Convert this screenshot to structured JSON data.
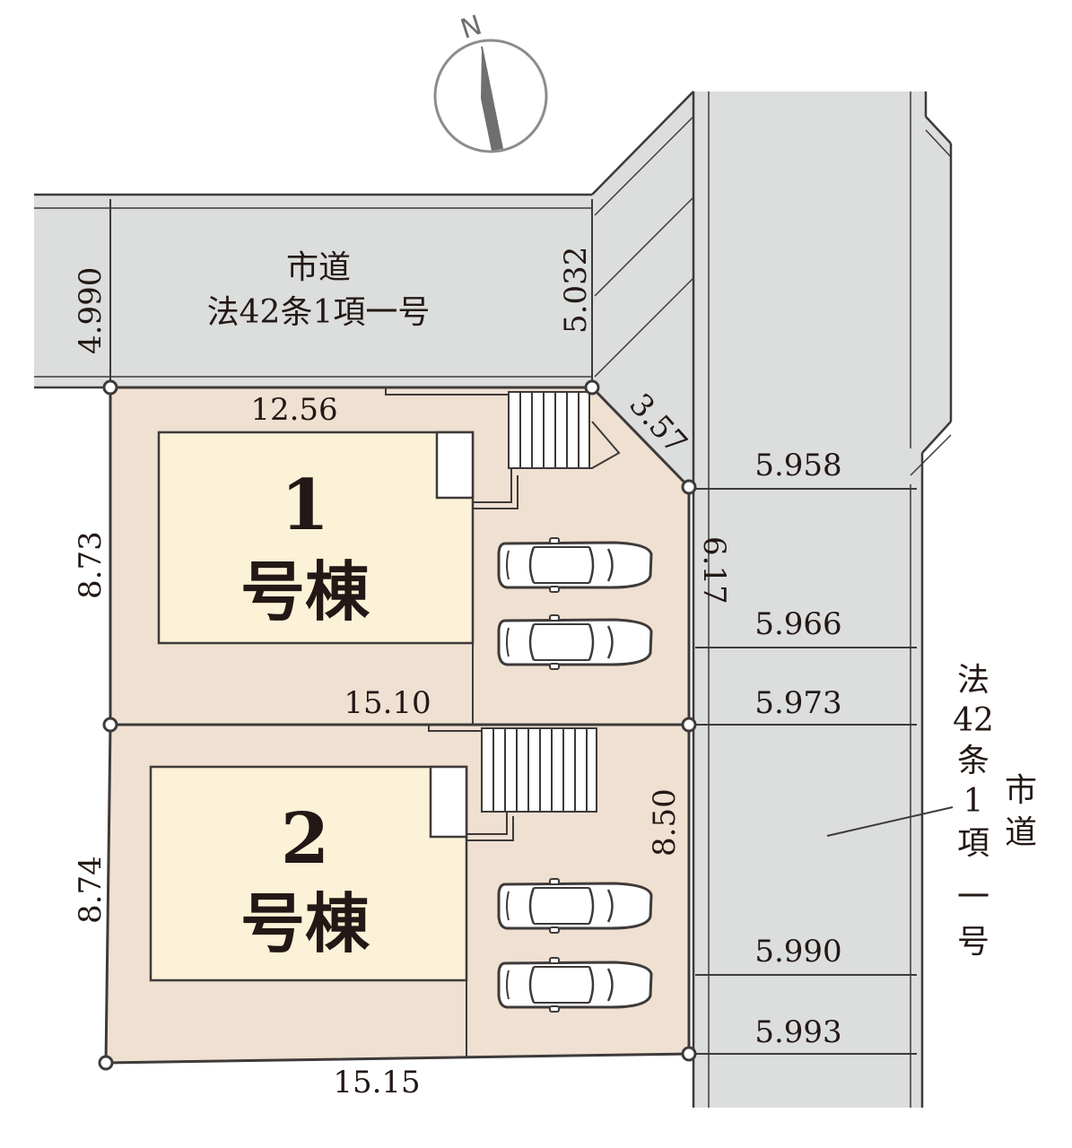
{
  "compass": {
    "label": "N",
    "icon": "north-arrow-icon"
  },
  "colors": {
    "road": "#dcdddd",
    "lot": "#efe0d2",
    "building": "#fbf2d7",
    "line": "#3e3a39",
    "white": "#ffffff"
  },
  "north_road": {
    "line1": "市道",
    "line2": "法42条1項一号",
    "width_west": "4.990",
    "width_east": "5.032"
  },
  "east_road": {
    "label_left": [
      "法",
      "42",
      "条",
      "1",
      "項",
      "一",
      "号"
    ],
    "label_right": [
      "市",
      "道"
    ],
    "widths": [
      "5.958",
      "5.966",
      "5.973",
      "5.990",
      "5.993"
    ]
  },
  "lot1": {
    "number": "1",
    "label": "号棟",
    "north_side": "12.56",
    "corner_cut": "3.57",
    "west_side": "8.73",
    "east_side": "6.17",
    "south_side": "15.10"
  },
  "lot2": {
    "number": "2",
    "label": "号棟",
    "west_side": "8.74",
    "east_side": "8.50",
    "south_side": "15.15"
  }
}
